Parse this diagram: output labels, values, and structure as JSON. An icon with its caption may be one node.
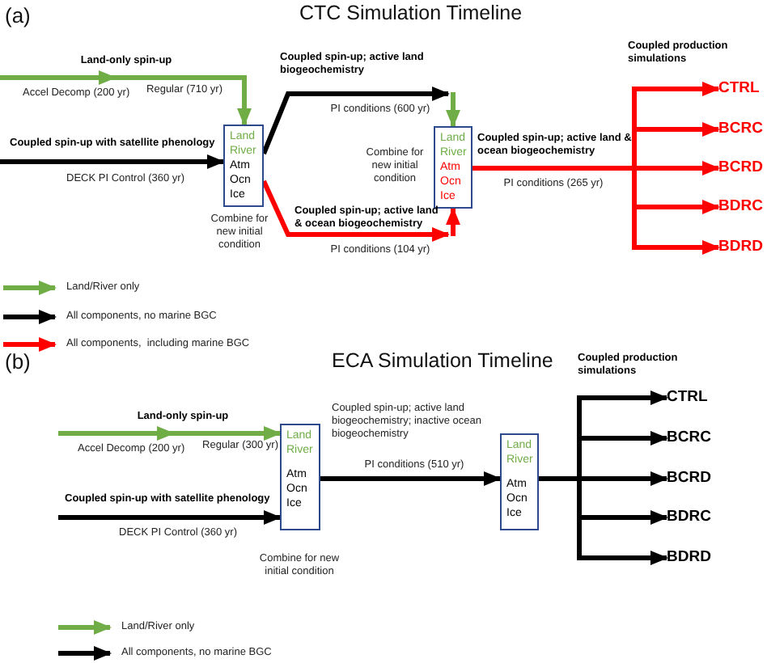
{
  "diagram": {
    "nodes": [
      {
        "text": [
          "Land River",
          "Atm Ocn Ice"
        ],
        "beside": [
          "Combine for new initial condition"
        ]
      },
      {
        "text": [
          "Land River",
          "Atm Ocn Ice"
        ],
        "beside": [
          "Combine for new initial condition"
        ]
      },
      {
        "text": [
          "CTRL"
        ]
      },
      {
        "text": [
          "BCRC"
        ]
      },
      {
        "text": [
          "BCRD"
        ]
      },
      {
        "text": [
          "BDRC"
        ]
      },
      {
        "text": [
          "BDRD"
        ]
      },
      {
        "text": [
          "Land River",
          "Atm Ocn Ice"
        ],
        "beside": [
          "Combine for new initial condition"
        ]
      },
      {
        "text": [
          "Land River",
          "Atm Ocn Ice"
        ]
      },
      {
        "text": [
          "CTRL"
        ]
      },
      {
        "text": [
          "BCRC"
        ]
      },
      {
        "text": [
          "BCRD"
        ]
      },
      {
        "text": [
          "BDRC"
        ]
      },
      {
        "text": [
          "BDRD"
        ]
      }
    ],
    "edges": [
      {
        "from": null,
        "to": 0,
        "arrow": "to",
        "color": "#70ad47"
      },
      {
        "from": null,
        "to": 0,
        "arrow": "to"
      },
      {
        "from": 0,
        "to": 1,
        "arrow": "to"
      },
      {
        "from": null,
        "to": 1,
        "arrow": "to",
        "color": "#70ad47"
      },
      {
        "from": 0,
        "to": 1,
        "arrow": "to",
        "color": "#ff0000"
      },
      {
        "from": null,
        "to": 1,
        "arrow": "to",
        "color": "#ff0000"
      },
      {
        "from": 1,
        "to": 2,
        "arrow": "to",
        "color": "#ff0000"
      },
      {
        "from": 1,
        "to": 3,
        "arrow": "to",
        "color": "#ff0000"
      },
      {
        "from": 1,
        "to": 4,
        "arrow": "to",
        "color": "#ff0000"
      },
      {
        "from": 1,
        "to": 5,
        "arrow": "to",
        "color": "#ff0000"
      },
      {
        "from": 1,
        "to": 6,
        "arrow": "to",
        "color": "#ff0000"
      },
      {
        "from": null,
        "to": 7,
        "arrow": "to",
        "color": "#70ad47"
      },
      {
        "from": null,
        "to": 7,
        "arrow": "to"
      },
      {
        "from": 7,
        "to": 8,
        "arrow": "to"
      },
      {
        "from": 8,
        "to": 9,
        "arrow": "to"
      },
      {
        "from": 8,
        "to": 10,
        "arrow": "to"
      },
      {
        "from": 8,
        "to": 11,
        "arrow": "to"
      },
      {
        "from": 8,
        "to": 12,
        "arrow": "to"
      },
      {
        "from": 8,
        "to": 13,
        "arrow": "to"
      }
    ],
    "labels": [
      "(a)",
      "CTC Simulation Timeline",
      "Coupled production simulations",
      "Land-only spin-up",
      "Coupled spin-up; active land biogeochemistry",
      "Accel Decomp (200 yr)",
      "Regular (710 yr)",
      "PI conditions (600 yr)",
      "Coupled spin-up with satellite phenology",
      "Coupled spin-up; active land & ocean biogeochemistry",
      "DECK PI Control (360 yr)",
      "PI conditions (265 yr)",
      "Coupled spin-up; active land & ocean biogeochemistry",
      "PI conditions (104 yr)",
      "(b)",
      "ECA Simulation Timeline",
      "Coupled production simulations",
      "Land-only spin-up",
      "Coupled spin-up; active land biogeochemistry; inactive ocean biogeochemistry",
      "Accel Decomp (200 yr)",
      "Regular (300 yr)",
      "PI conditions (510 yr)",
      "Coupled spin-up with satellite phenology",
      "DECK PI Control (360 yr)"
    ],
    "legend": [
      {
        "text": "Land/River only"
      },
      {
        "text": "All components, no marine BGC"
      },
      {
        "text": "All components,  including marine BGC"
      },
      {
        "text": "Land/River only"
      },
      {
        "text": "All components, no marine BGC"
      }
    ]
  }
}
